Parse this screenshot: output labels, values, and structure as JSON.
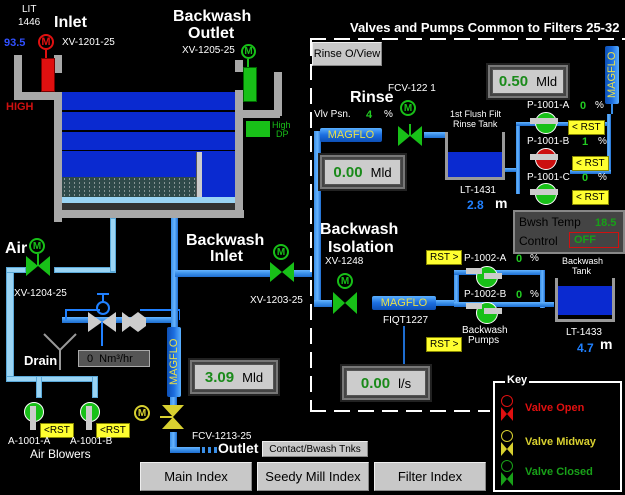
{
  "filter": {
    "lit_label": "LIT",
    "lit_tag": "1446",
    "level_value": "93.5",
    "level_alarm": "HIGH",
    "inlet_title": "Inlet",
    "inlet_valve_tag": "XV-1201-25",
    "inlet_valve_state": "open",
    "bw_outlet_title_1": "Backwash",
    "bw_outlet_title_2": "Outlet",
    "bw_outlet_valve_tag": "XV-1205-25",
    "bw_outlet_valve_state": "closed",
    "high_dp_1": "High",
    "high_dp_2": "DP"
  },
  "air": {
    "title": "Air",
    "valve_tag": "XV-1204-25",
    "valve_state": "closed",
    "drain_label": "Drain",
    "flow_value": "0",
    "flow_unit": "Nm³/hr",
    "blowers_label": "Air Blowers",
    "blowers": [
      {
        "tag": "A-1001-A",
        "rst": "<RST",
        "state": "running"
      },
      {
        "tag": "A-1001-B",
        "rst": "<RST",
        "state": "running"
      }
    ]
  },
  "bw_inlet": {
    "title_1": "Backwash",
    "title_2": "Inlet",
    "valve_tag": "XV-1203-25",
    "valve_state": "closed",
    "magflo_label": "MAGFLO",
    "flow_value": "3.09",
    "flow_unit": "Mld"
  },
  "outlet": {
    "valve_tag": "FCV-1213-25",
    "valve_state": "midway",
    "label": "Outlet",
    "contact_button": "Contact/Bwash Tnks"
  },
  "common": {
    "title": "Valves and Pumps Common to Filters 25-32",
    "rinse_overview_button": "Rinse O/View",
    "rinse_title": "Rinse",
    "rinse_valve_tag": "FCV-122 1",
    "vlv_psn_label": "Vlv Psn.",
    "vlv_psn_value": "4",
    "vlv_psn_unit": "%",
    "rinse_valve_state": "closed",
    "rinse_magflo_label": "MAGFLO",
    "rinse_flow_value": "0.00",
    "rinse_flow_unit": "Mld",
    "rinse_tank_label_1": "1st Flush Filt",
    "rinse_tank_label_2": "Rinse Tank",
    "rinse_tank_tag": "LT-1431",
    "rinse_tank_level": "2.8",
    "rinse_tank_unit": "m",
    "rinse_tank_fill": 0.55,
    "top_flow_value": "0.50",
    "top_flow_unit": "Mld",
    "top_magflo_label": "MAGFLO",
    "rinse_pumps": [
      {
        "tag": "P-1001-A",
        "pct": "0",
        "unit": "%",
        "rst": "< RST",
        "state": "running"
      },
      {
        "tag": "P-1001-B",
        "pct": "1",
        "unit": "%",
        "rst": "< RST",
        "state": "stopped"
      },
      {
        "tag": "P-1001-C",
        "pct": "0",
        "unit": "%",
        "rst": "< RST",
        "state": "running"
      }
    ],
    "bwsh_temp_label": "Bwsh Temp",
    "bwsh_temp_value": "18.5",
    "control_label": "Control",
    "control_value": "OFF",
    "bw_iso_title_1": "Backwash",
    "bw_iso_title_2": "Isolation",
    "bw_iso_valve_tag": "XV-1248",
    "bw_iso_valve_state": "closed",
    "bw_magflo_label": "MAGFLO",
    "bw_magflo_tag": "FIQT1227",
    "bw_flow_value": "0.00",
    "bw_flow_unit": "l/s",
    "bw_pumps": [
      {
        "tag": "P-1002-A",
        "pct": "0",
        "unit": "%",
        "rst": "RST >",
        "state": "running"
      },
      {
        "tag": "P-1002-B",
        "pct": "0",
        "unit": "%",
        "rst": "RST >",
        "state": "running"
      }
    ],
    "bw_pumps_label_1": "Backwash",
    "bw_pumps_label_2": "Pumps",
    "bw_tank_label_1": "Backwash",
    "bw_tank_label_2": "Tank",
    "bw_tank_tag": "LT-1433",
    "bw_tank_level": "4.7",
    "bw_tank_unit": "m",
    "bw_tank_fill": 0.7
  },
  "key": {
    "title": "Key",
    "items": [
      {
        "label": "Valve Open",
        "color": "#e01010"
      },
      {
        "label": "Valve Midway",
        "color": "#d8d030"
      },
      {
        "label": "Valve Closed",
        "color": "#18a018"
      }
    ]
  },
  "nav": {
    "main_index": "Main Index",
    "seedy_mill_index": "Seedy Mill Index",
    "filter_index": "Filter Index"
  },
  "colors": {
    "open": "#e01010",
    "closed": "#18c018",
    "midway": "#d8d030",
    "water": "#0a2ad0",
    "pipe": "#3a8fe8"
  }
}
